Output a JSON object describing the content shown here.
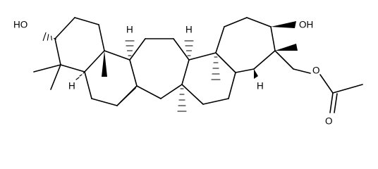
{
  "structure": {
    "labels": {
      "hydroxyl_left": "HO",
      "hydroxyl_right": "OH",
      "ester_oxygen": "O",
      "carbonyl_oxygen": "O",
      "hydrogen": "H"
    }
  }
}
